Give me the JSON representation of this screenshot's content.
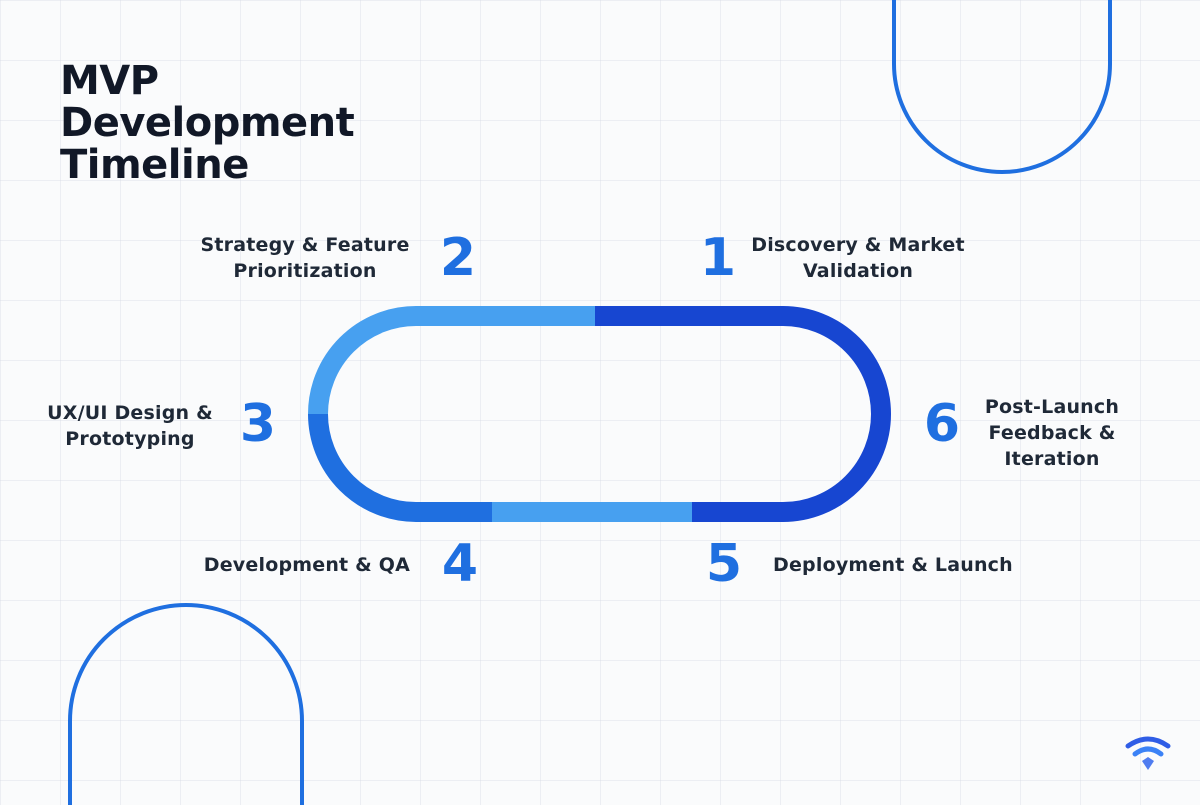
{
  "title": {
    "line1": "MVP",
    "line2": "Development",
    "line3": "Timeline"
  },
  "colors": {
    "primary": "#1f6fe0",
    "dark_blue": "#1746d1",
    "light_blue": "#47a0f0",
    "text": "#1f2937",
    "title": "#111827"
  },
  "steps": [
    {
      "number": "1",
      "lines": [
        "Discovery & Market",
        "Validation"
      ]
    },
    {
      "number": "2",
      "lines": [
        "Strategy & Feature",
        "Prioritization"
      ]
    },
    {
      "number": "3",
      "lines": [
        "UX/UI Design &",
        "Prototyping"
      ]
    },
    {
      "number": "4",
      "lines": [
        "Development & QA"
      ]
    },
    {
      "number": "5",
      "lines": [
        "Deployment & Launch"
      ]
    },
    {
      "number": "6",
      "lines": [
        "Post-Launch",
        "Feedback &",
        "Iteration"
      ]
    }
  ],
  "logo_icon": "wifi-style-brand-icon"
}
